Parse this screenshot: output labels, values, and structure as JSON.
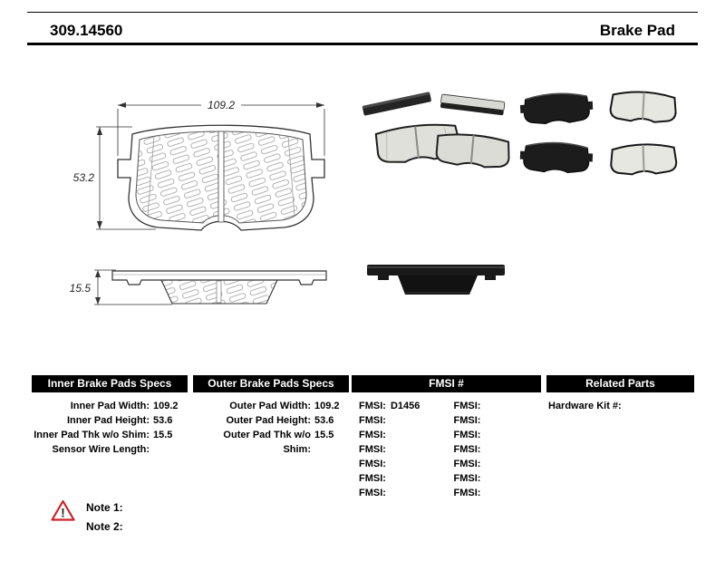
{
  "header": {
    "part_number": "309.14560",
    "product_type": "Brake Pad"
  },
  "drawing": {
    "width_dim": "109.2",
    "height_dim": "53.2",
    "thickness_dim": "15.5"
  },
  "table": {
    "inner": {
      "title": "Inner Brake Pads Specs",
      "rows": [
        {
          "label": "Inner Pad Width:",
          "value": "109.2"
        },
        {
          "label": "Inner Pad Height:",
          "value": "53.6"
        },
        {
          "label": "Inner Pad Thk w/o Shim:",
          "value": "15.5"
        },
        {
          "label": "Sensor Wire Length:",
          "value": ""
        }
      ]
    },
    "outer": {
      "title": "Outer Brake Pads Specs",
      "rows": [
        {
          "label": "Outer Pad Width:",
          "value": "109.2"
        },
        {
          "label": "Outer Pad Height:",
          "value": "53.6"
        },
        {
          "label": "Outer Pad Thk w/o Shim:",
          "value": "15.5"
        }
      ]
    },
    "fmsi": {
      "title": "FMSI #",
      "left": [
        {
          "label": "FMSI:",
          "value": "D1456"
        },
        {
          "label": "FMSI:",
          "value": ""
        },
        {
          "label": "FMSI:",
          "value": ""
        },
        {
          "label": "FMSI:",
          "value": ""
        },
        {
          "label": "FMSI:",
          "value": ""
        },
        {
          "label": "FMSI:",
          "value": ""
        },
        {
          "label": "FMSI:",
          "value": ""
        }
      ],
      "right": [
        {
          "label": "FMSI:",
          "value": ""
        },
        {
          "label": "FMSI:",
          "value": ""
        },
        {
          "label": "FMSI:",
          "value": ""
        },
        {
          "label": "FMSI:",
          "value": ""
        },
        {
          "label": "FMSI:",
          "value": ""
        },
        {
          "label": "FMSI:",
          "value": ""
        },
        {
          "label": "FMSI:",
          "value": ""
        }
      ]
    },
    "related": {
      "title": "Related Parts",
      "rows": [
        {
          "label": "Hardware Kit #:",
          "value": ""
        }
      ]
    }
  },
  "notes": {
    "note1": "Note 1:",
    "note2": "Note 2:",
    "warning_icon": "warning-triangle"
  },
  "colors": {
    "header_bg": "#000000",
    "header_text": "#ffffff",
    "warning_red": "#cc2229",
    "line": "#000000"
  }
}
